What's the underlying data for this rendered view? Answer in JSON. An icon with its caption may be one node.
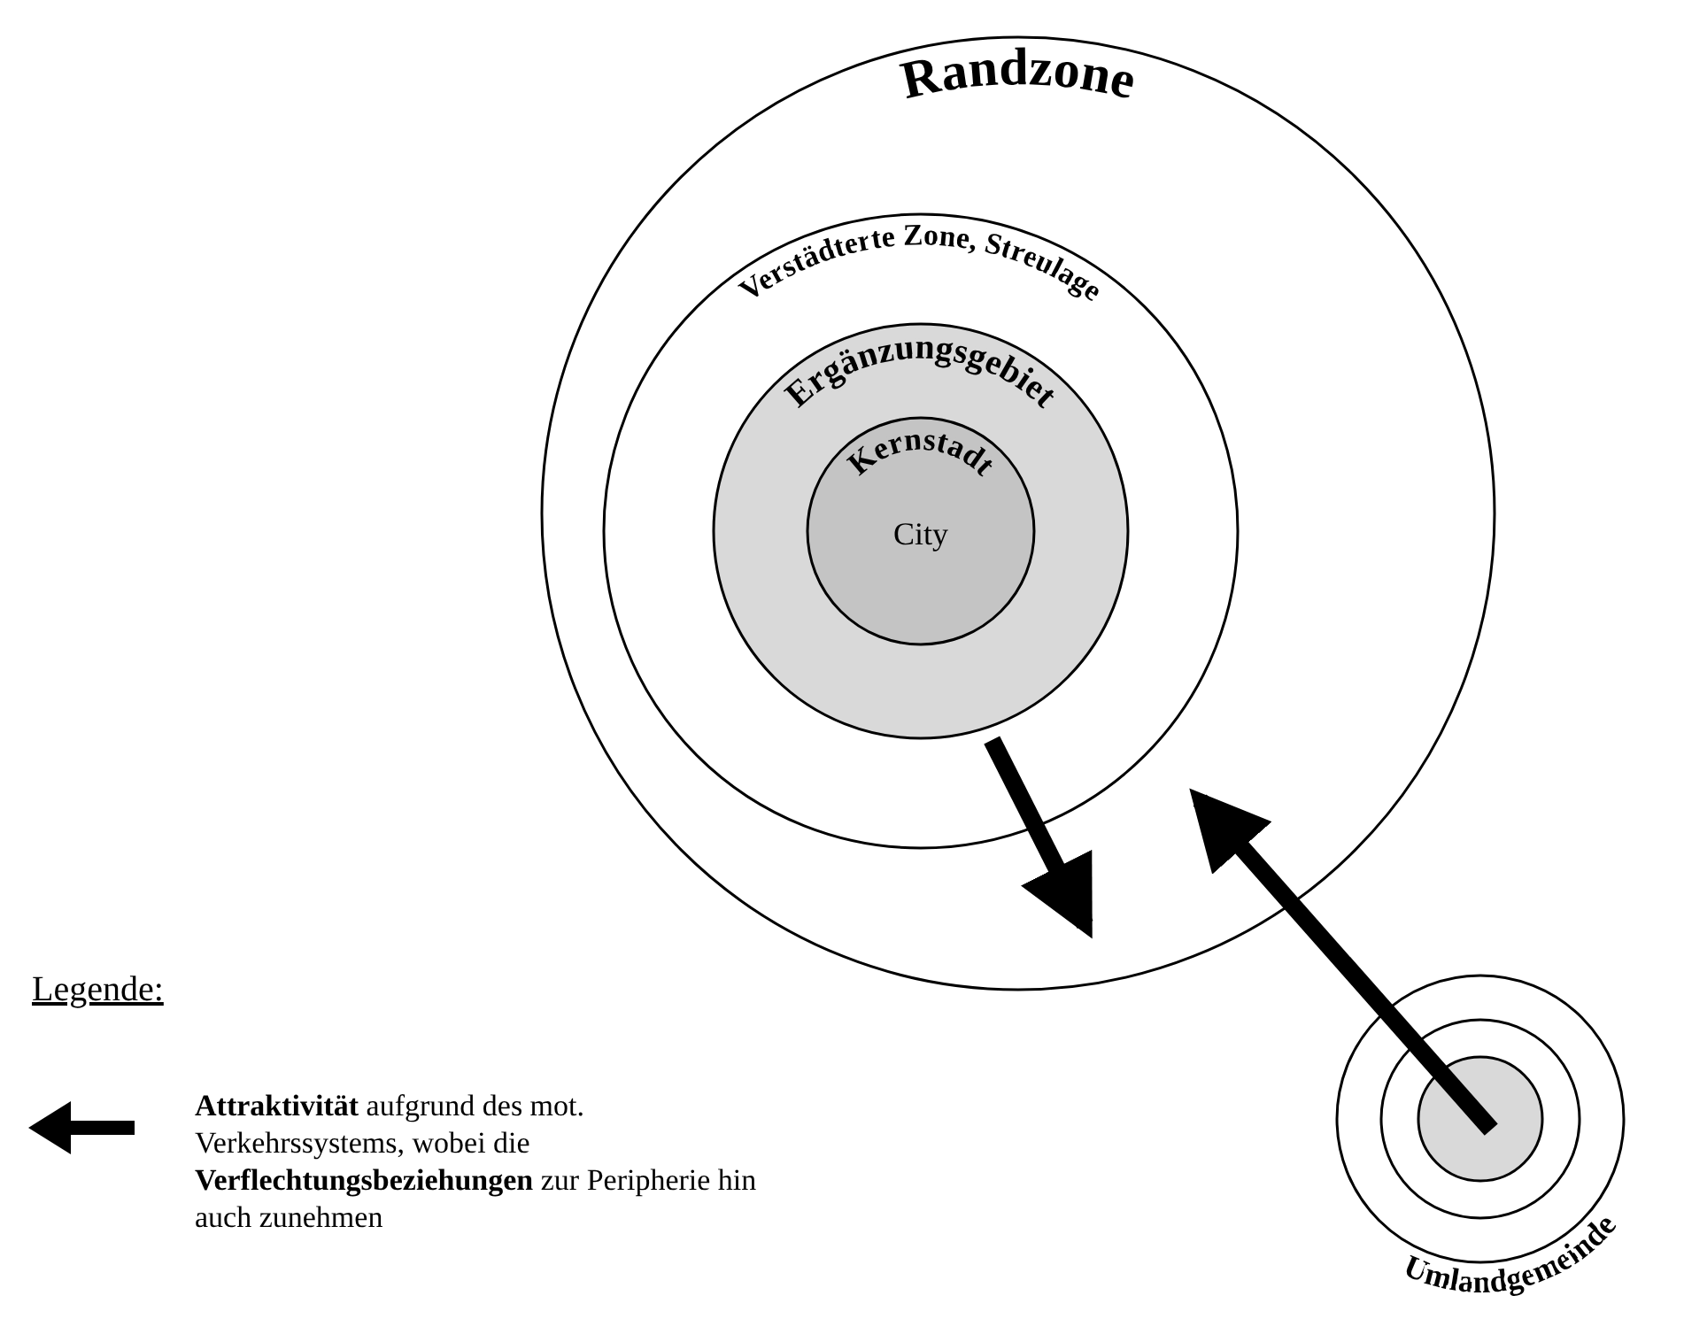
{
  "diagram": {
    "nodes": [
      {
        "text": [
          "Randzone"
        ]
      },
      {
        "text": [
          "Verstädterte Zone, Streulage"
        ],
        "in": 0
      },
      {
        "text": [
          "Ergänzungsgebiet"
        ],
        "in": 1
      },
      {
        "text": [
          "Kernstadt",
          "City"
        ],
        "in": 2
      },
      {
        "text": [
          "Umlandgemeinde"
        ]
      },
      {
        "text": [],
        "shape": "circle",
        "in": 4
      },
      {
        "text": [],
        "shape": "circle",
        "in": 5
      }
    ],
    "edges": [
      {
        "from": 2,
        "to": 0,
        "arrow": "to"
      },
      {
        "from": 6,
        "to": 0,
        "arrow": "to"
      }
    ],
    "labels": [
      "Legende:"
    ],
    "legend": [
      {
        "text": "**Attraktivität** aufgrund des mot. Verkehrssystems, wobei die **Verflechtungsbeziehungen** zur Peripherie hin auch zunehmen"
      }
    ]
  }
}
